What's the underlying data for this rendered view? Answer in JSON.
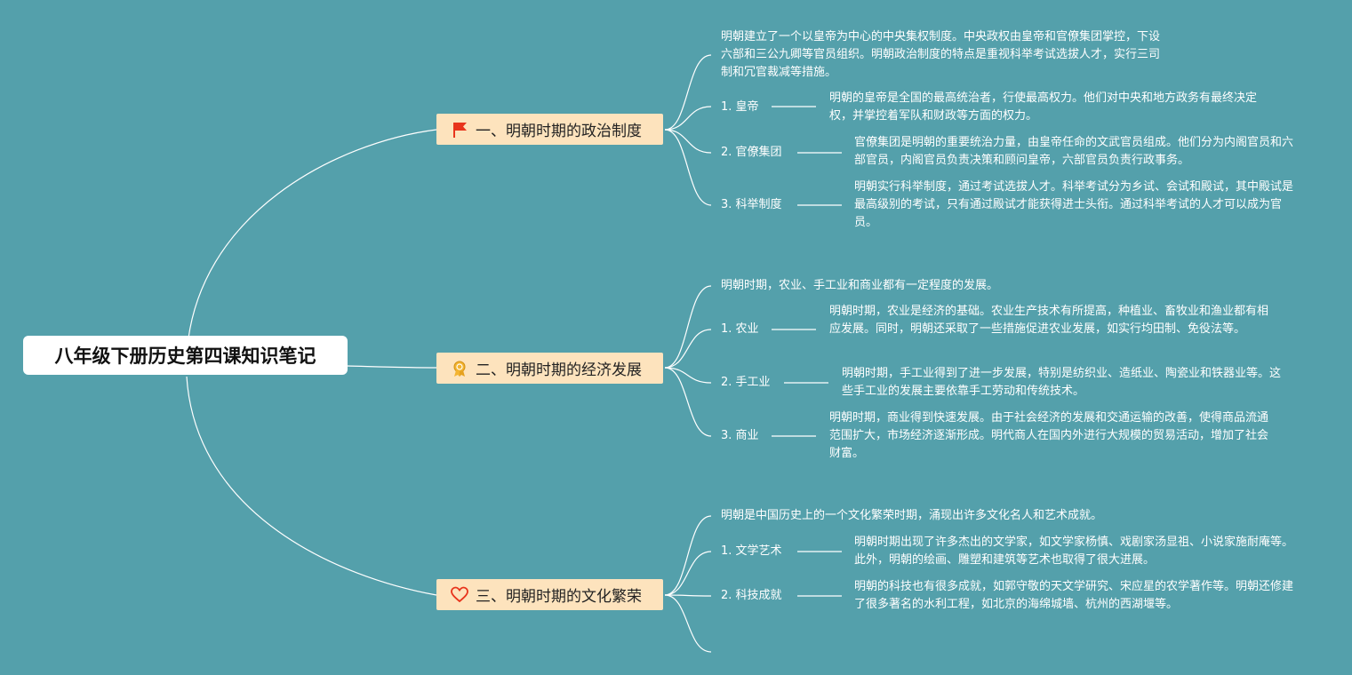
{
  "root": {
    "title": "八年级下册历史第四课知识笔记"
  },
  "branches": [
    {
      "title": "一、明朝时期的政治制度",
      "icon": "red-flag-icon",
      "summary": "明朝建立了一个以皇帝为中心的中央集权制度。中央政权由皇帝和官僚集团掌控，下设六部和三公九卿等官员组织。明朝政治制度的特点是重视科举考试选拔人才，实行三司制和冗官裁减等措施。",
      "items": [
        {
          "label": "1. 皇帝",
          "text": "明朝的皇帝是全国的最高统治者，行使最高权力。他们对中央和地方政务有最终决定权，并掌控着军队和财政等方面的权力。"
        },
        {
          "label": "2. 官僚集团",
          "text": "官僚集团是明朝的重要统治力量，由皇帝任命的文武官员组成。他们分为内阁官员和六部官员，内阁官员负责决策和顾问皇帝，六部官员负责行政事务。"
        },
        {
          "label": "3. 科举制度",
          "text": "明朝实行科举制度，通过考试选拔人才。科举考试分为乡试、会试和殿试，其中殿试是最高级别的考试，只有通过殿试才能获得进士头衔。通过科举考试的人才可以成为官员。"
        }
      ]
    },
    {
      "title": "二、明朝时期的经济发展",
      "icon": "award-medal-icon",
      "summary": "明朝时期，农业、手工业和商业都有一定程度的发展。",
      "items": [
        {
          "label": "1. 农业",
          "text": "明朝时期，农业是经济的基础。农业生产技术有所提高，种植业、畜牧业和渔业都有相应发展。同时，明朝还采取了一些措施促进农业发展，如实行均田制、免役法等。"
        },
        {
          "label": "2. 手工业",
          "text": "明朝时期，手工业得到了进一步发展，特别是纺织业、造纸业、陶瓷业和铁器业等。这些手工业的发展主要依靠手工劳动和传统技术。"
        },
        {
          "label": "3. 商业",
          "text": "明朝时期，商业得到快速发展。由于社会经济的发展和交通运输的改善，使得商品流通范围扩大，市场经济逐渐形成。明代商人在国内外进行大规模的贸易活动，增加了社会财富。"
        }
      ]
    },
    {
      "title": "三、明朝时期的文化繁荣",
      "icon": "heart-icon",
      "summary": "明朝是中国历史上的一个文化繁荣时期，涌现出许多文化名人和艺术成就。",
      "items": [
        {
          "label": "1. 文学艺术",
          "text": "明朝时期出现了许多杰出的文学家，如文学家杨慎、戏剧家汤显祖、小说家施耐庵等。此外，明朝的绘画、雕塑和建筑等艺术也取得了很大进展。"
        },
        {
          "label": "2. 科技成就",
          "text": "明朝的科技也有很多成就，如郭守敬的天文学研究、宋应星的农学著作等。明朝还修建了很多著名的水利工程，如北京的海绵城墙、杭州的西湖堰等。"
        }
      ]
    }
  ],
  "colors": {
    "background": "#54a0ab",
    "branch_fill": "#fde3bd",
    "root_fill": "#ffffff",
    "line": "#ffffff"
  }
}
